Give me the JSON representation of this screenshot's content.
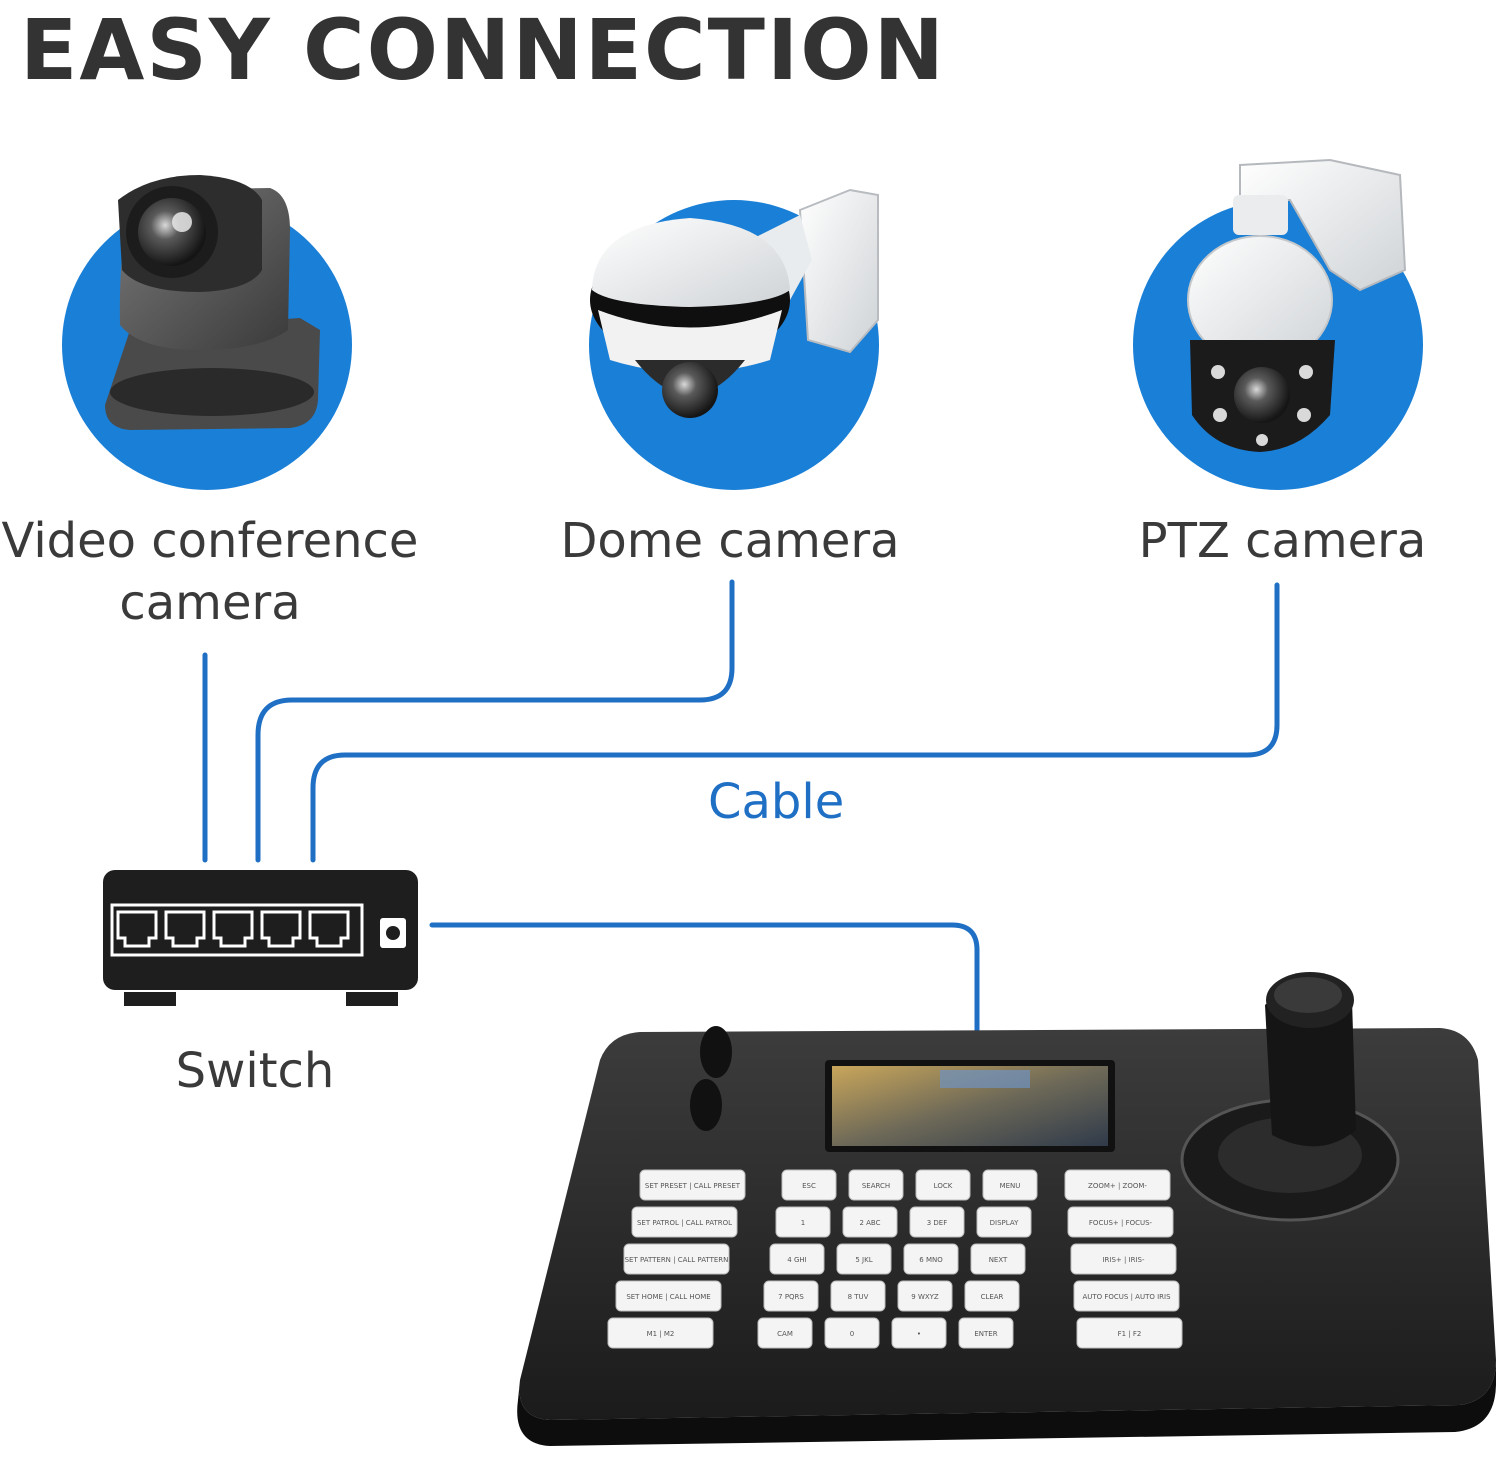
{
  "title": "EASY CONNECTION",
  "colors": {
    "accent_blue": "#1a7fd6",
    "cable_blue": "#1f6fc4",
    "text_dark": "#333333",
    "device_black": "#1e1e1e"
  },
  "devices": [
    {
      "label_line1": "Video conference",
      "label_line2": "camera",
      "icon": "video-conference-camera-icon"
    },
    {
      "label_line1": "Dome camera",
      "label_line2": "",
      "icon": "dome-camera-icon"
    },
    {
      "label_line1": "PTZ camera",
      "label_line2": "",
      "icon": "ptz-camera-icon"
    }
  ],
  "cable_label": "Cable",
  "switch": {
    "label": "Switch",
    "icon": "network-switch-icon"
  },
  "controller": {
    "icon": "ptz-keyboard-controller-icon",
    "left_keys": [
      "SET PRESET | CALL PRESET",
      "SET PATROL | CALL PATROL",
      "SET PATTERN | CALL PATTERN",
      "SET HOME | CALL HOME",
      "M1 | M2"
    ],
    "num_keys": [
      "ESC",
      "SEARCH",
      "LOCK",
      "MENU",
      "1",
      "2 ABC",
      "3 DEF",
      "DISPLAY",
      "4 GHI",
      "5 JKL",
      "6 MNO",
      "NEXT",
      "7 PQRS",
      "8 TUV",
      "9 WXYZ",
      "CLEAR",
      "CAM",
      "0",
      "•",
      "ENTER"
    ],
    "right_keys": [
      "ZOOM+ | ZOOM-",
      "FOCUS+ | FOCUS-",
      "IRIS+ | IRIS-",
      "AUTO FOCUS | AUTO IRIS",
      "F1 | F2"
    ]
  }
}
